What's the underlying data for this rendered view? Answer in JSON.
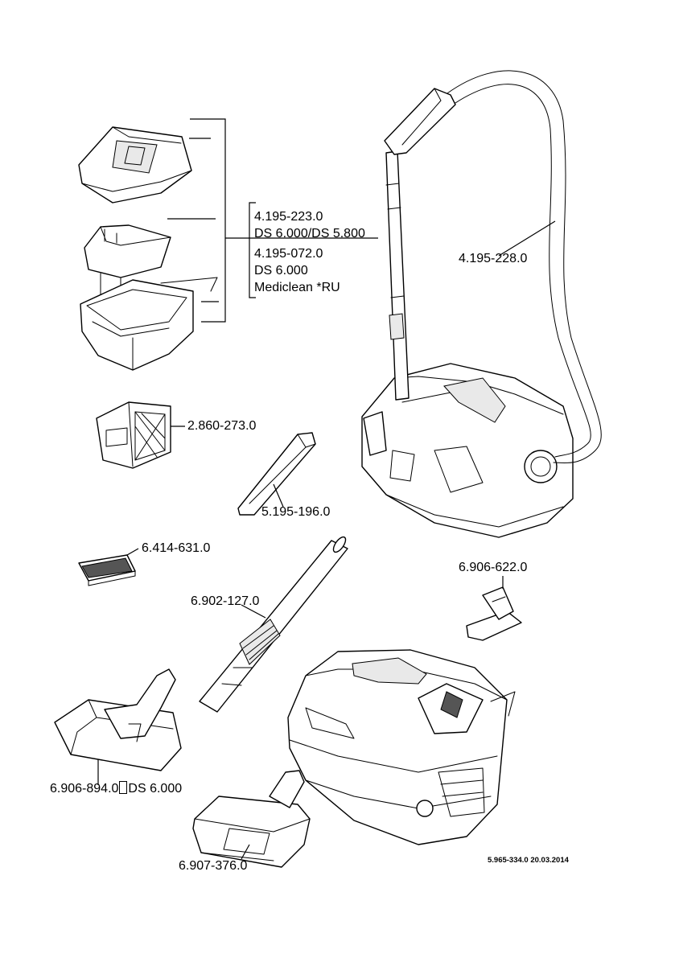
{
  "parts": {
    "accessory_set_line1": "4.195-223.0",
    "accessory_set_line2": "DS 6.000/DS 5.800",
    "accessory_set2_line1": "4.195-072.0",
    "accessory_set2_line2": "DS 6.000",
    "accessory_set2_line3": "Mediclean *RU",
    "hose": "4.195-228.0",
    "hepa_filter": "2.860-273.0",
    "crevice_nozzle": "5.195-196.0",
    "flat_filter": "6.414-631.0",
    "suction_tube": "6.902-127.0",
    "upholstery_nozzle": "6.906-622.0",
    "floor_nozzle": "6.906-894.0",
    "floor_nozzle_model": "DS 6.000",
    "floor_nozzle_2": "6.907-376.0"
  },
  "footer": {
    "doc_code": "5.965-334.0  20.03.2014"
  },
  "colors": {
    "line": "#000000",
    "background": "#ffffff"
  }
}
